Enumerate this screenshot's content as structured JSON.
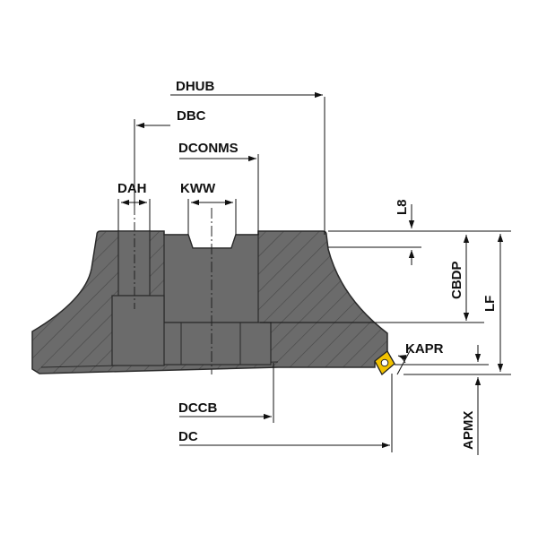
{
  "labels": {
    "dhub": "DHUB",
    "dbc": "DBC",
    "dconms": "DCONMS",
    "dah": "DAH",
    "kww": "KWW",
    "l8": "L8",
    "cbdp": "CBDP",
    "lf": "LF",
    "kapr": "KAPR",
    "dccb": "DCCB",
    "dc": "DC",
    "apmx": "APMX"
  },
  "colors": {
    "body_fill": "#6b6b6b",
    "outline": "#2a2a2a",
    "dimension_line": "#111111",
    "insert": "#f2c200",
    "background": "#ffffff"
  }
}
